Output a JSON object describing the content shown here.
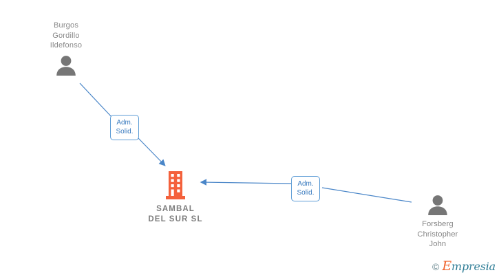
{
  "graph": {
    "title": "SAMBAL DEL SUR SL corporate relationship chart",
    "colors": {
      "company": "#f4613c",
      "person": "#767676",
      "edge": "#4a86c8",
      "label_border": "#5b9bd5",
      "label_text": "#3a7bbf",
      "name_text": "#888888",
      "background": "#ffffff"
    },
    "company": {
      "id": "sambal-del-sur-sl",
      "name_line1": "SAMBAL",
      "name_line2": "DEL SUR  SL",
      "name": "SAMBAL\nDEL SUR  SL",
      "icon": "building-icon"
    },
    "persons": [
      {
        "id": "burgos-gordillo-ildefonso",
        "name": "Burgos\nGordillo\nIldefonso",
        "icon": "person-icon",
        "position": "top-left"
      },
      {
        "id": "forsberg-christopher-john",
        "name": "Forsberg\nChristopher\nJohn",
        "icon": "person-icon",
        "position": "bottom-right"
      }
    ],
    "edges": [
      {
        "id": "edge-burgos-to-sambal",
        "from": "burgos-gordillo-ildefonso",
        "to": "sambal-del-sur-sl",
        "label": "Adm.\nSolid.",
        "label_line1": "Adm.",
        "label_line2": "Solid.",
        "direction": "to-company"
      },
      {
        "id": "edge-forsberg-to-sambal",
        "from": "forsberg-christopher-john",
        "to": "sambal-del-sur-sl",
        "label": "Adm.\nSolid.",
        "label_line1": "Adm.",
        "label_line2": "Solid.",
        "direction": "to-company"
      }
    ]
  },
  "watermark": {
    "copyright": "©",
    "brand_initial": "E",
    "brand_rest": "mpresia"
  }
}
